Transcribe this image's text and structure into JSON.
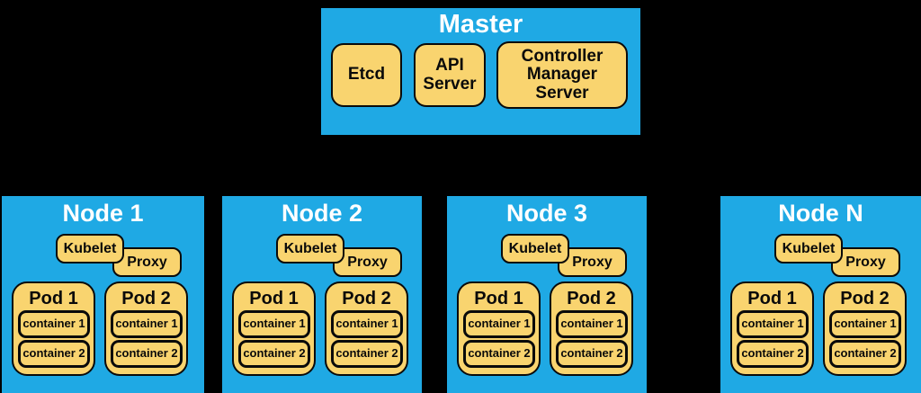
{
  "palette": {
    "background": "#000000",
    "panel_fill": "#1fa9e4",
    "box_fill": "#f9d46f",
    "border": "#0a0a0a",
    "title_text": "#ffffff",
    "label_text": "#0a0a0a"
  },
  "master": {
    "title": "Master",
    "components": [
      {
        "label": "Etcd"
      },
      {
        "label": "API Server"
      },
      {
        "label": "Controller Manager Server"
      }
    ]
  },
  "nodes": [
    {
      "title": "Node 1",
      "kubelet_label": "Kubelet",
      "proxy_label": "Proxy",
      "pods": [
        {
          "title": "Pod 1",
          "containers": [
            "container 1",
            "container 2"
          ]
        },
        {
          "title": "Pod 2",
          "containers": [
            "container 1",
            "container 2"
          ]
        }
      ]
    },
    {
      "title": "Node 2",
      "kubelet_label": "Kubelet",
      "proxy_label": "Proxy",
      "pods": [
        {
          "title": "Pod 1",
          "containers": [
            "container 1",
            "container 2"
          ]
        },
        {
          "title": "Pod 2",
          "containers": [
            "container 1",
            "container 2"
          ]
        }
      ]
    },
    {
      "title": "Node 3",
      "kubelet_label": "Kubelet",
      "proxy_label": "Proxy",
      "pods": [
        {
          "title": "Pod 1",
          "containers": [
            "container 1",
            "container 2"
          ]
        },
        {
          "title": "Pod 2",
          "containers": [
            "container 1",
            "container 2"
          ]
        }
      ]
    },
    {
      "title": "Node N",
      "kubelet_label": "Kubelet",
      "proxy_label": "Proxy",
      "pods": [
        {
          "title": "Pod 1",
          "containers": [
            "container 1",
            "container 2"
          ]
        },
        {
          "title": "Pod 2",
          "containers": [
            "container 1",
            "container 2"
          ]
        }
      ]
    }
  ]
}
